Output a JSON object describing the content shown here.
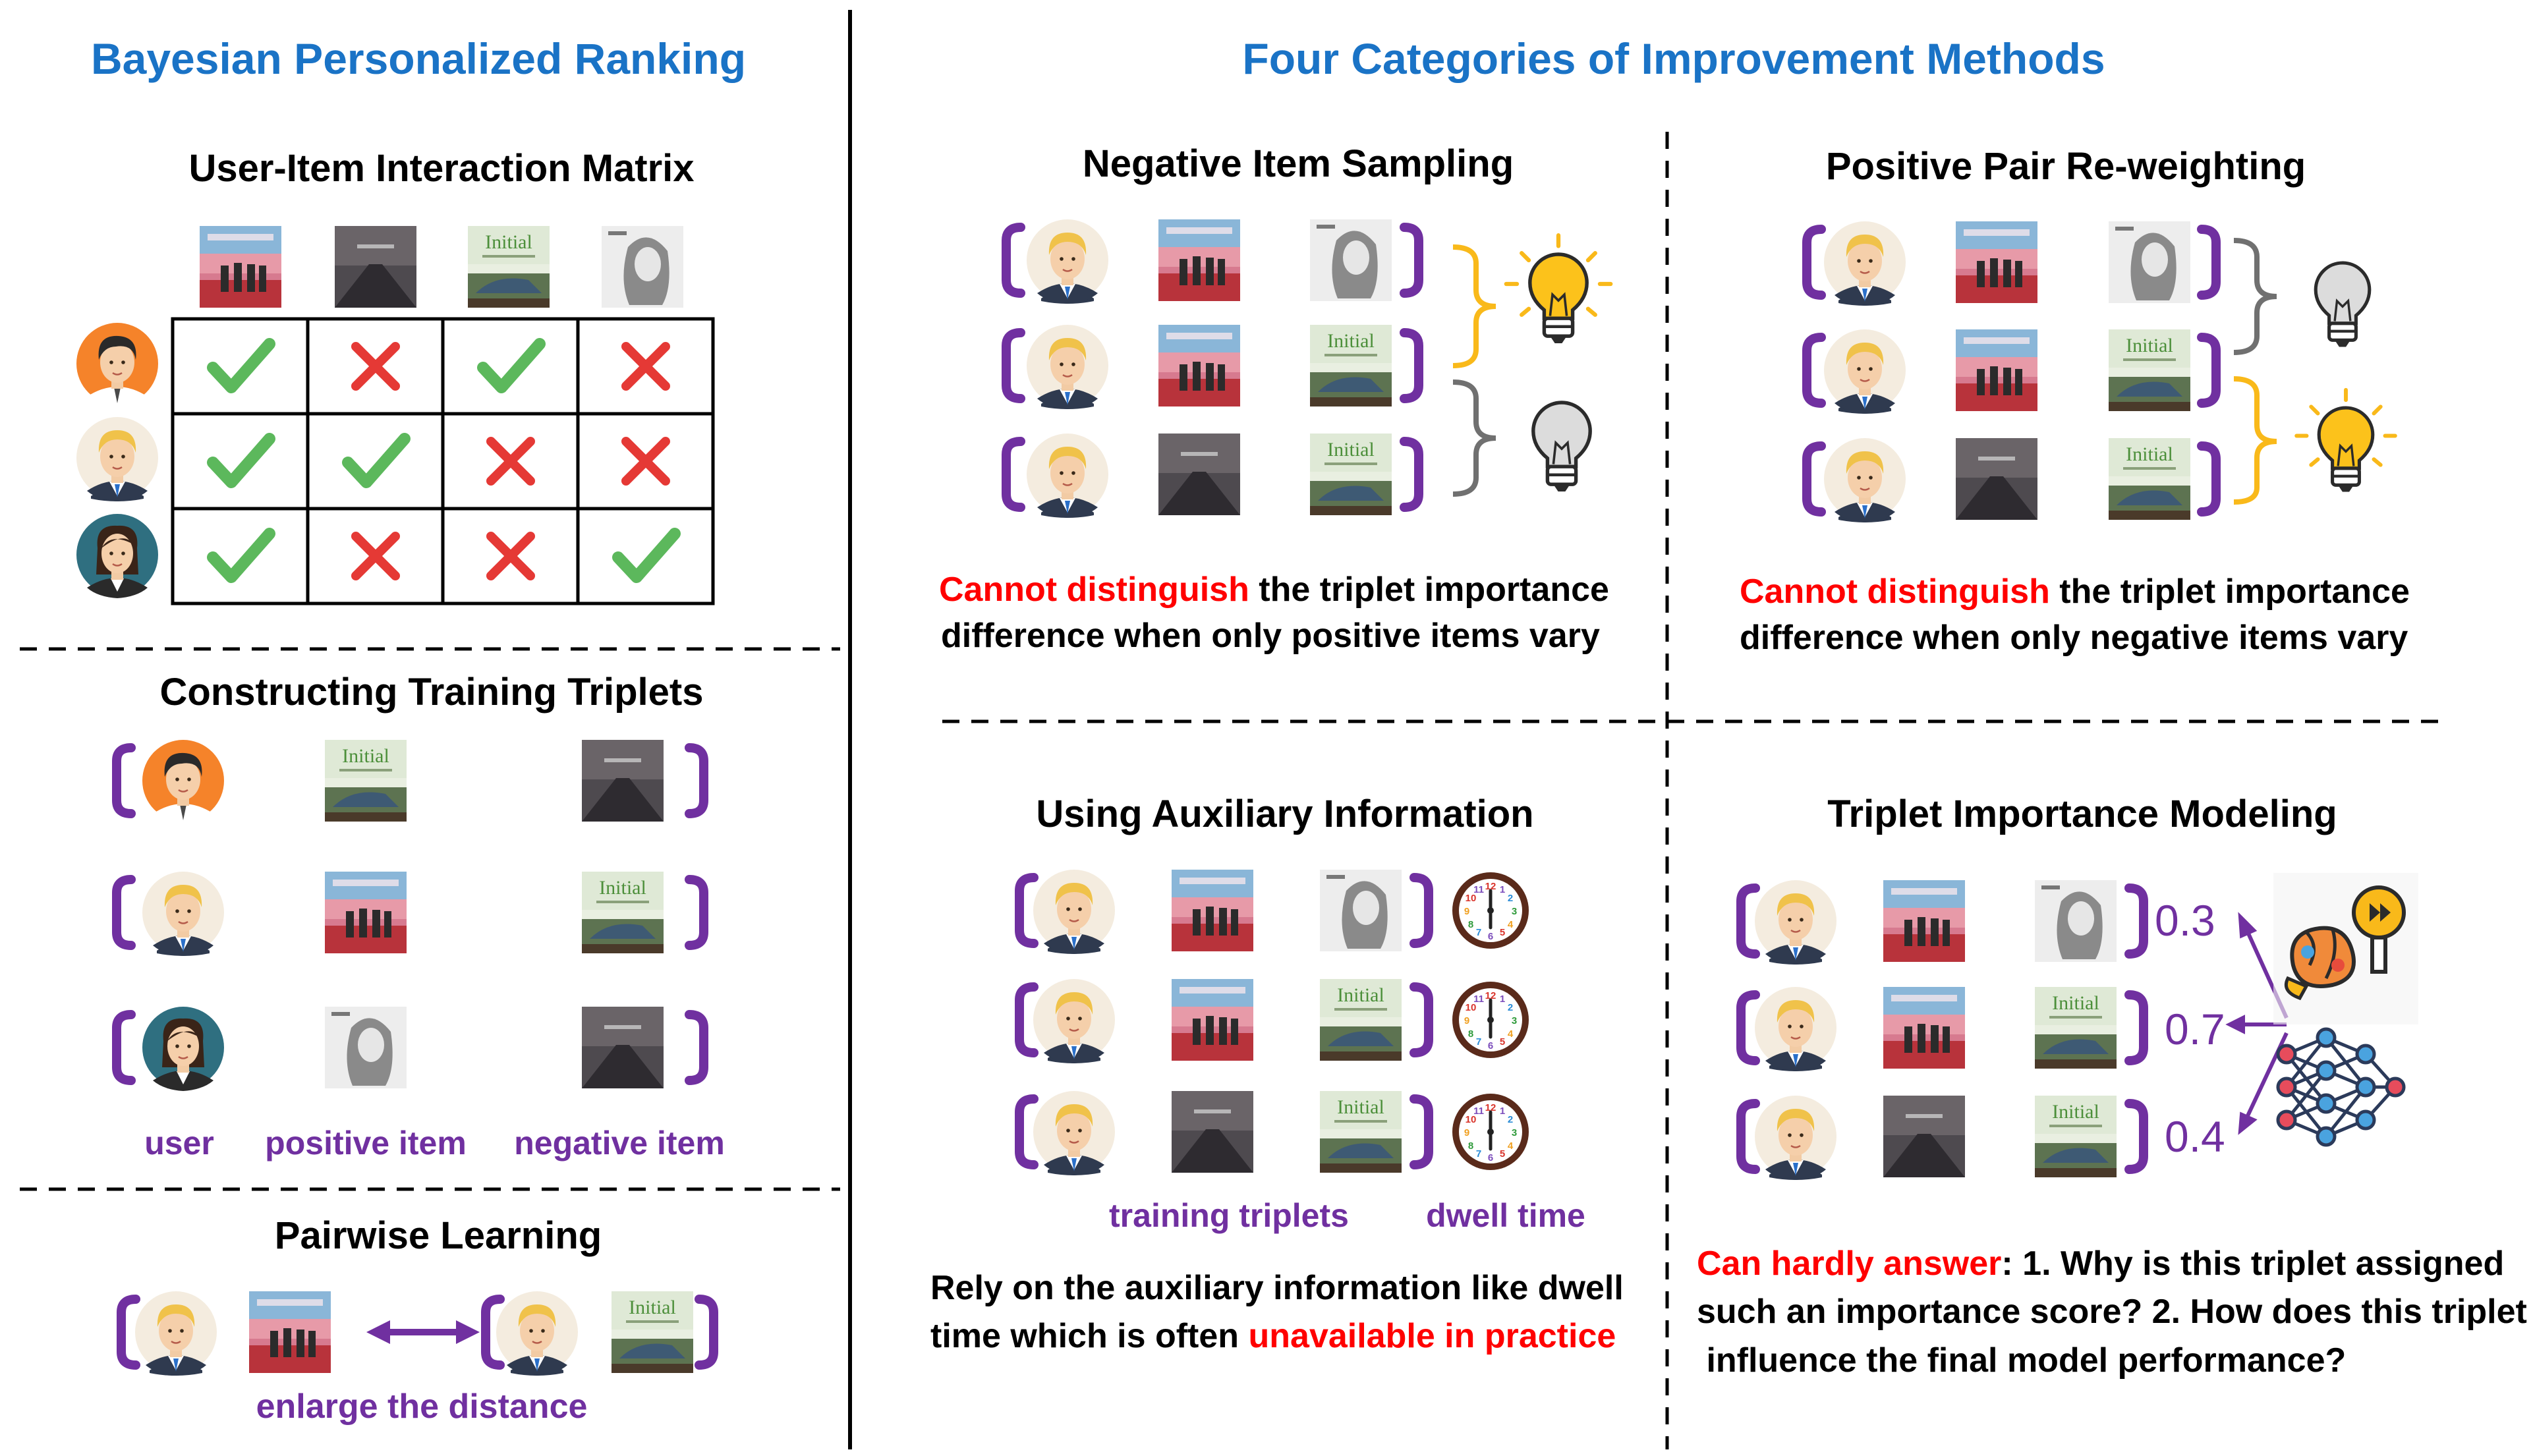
{
  "colors": {
    "blue_title": "#1a73c6",
    "purple": "#7030a0",
    "red": "#ff0000",
    "check": "#5cb85c",
    "cross": "#e53935",
    "bulb_on": "#f9b91a",
    "bulb_off": "#bdbdbd",
    "bracket_gray": "#707070"
  },
  "left": {
    "title": "Bayesian Personalized Ranking",
    "matrix": {
      "title": "User-Item Interaction Matrix",
      "rows": [
        [
          "check",
          "cross",
          "check",
          "cross"
        ],
        [
          "check",
          "check",
          "cross",
          "cross"
        ],
        [
          "check",
          "cross",
          "cross",
          "check"
        ]
      ]
    },
    "triplets": {
      "title": "Constructing Training Triplets",
      "labels": {
        "user": "user",
        "positive": "positive item",
        "negative": "negative item"
      }
    },
    "pairwise": {
      "title": "Pairwise Learning",
      "caption": "enlarge the distance"
    }
  },
  "right": {
    "title": "Four Categories of Improvement Methods",
    "negative_sampling": {
      "title": "Negative Item Sampling",
      "desc_red": "Cannot distinguish",
      "desc_1": " the triplet importance",
      "desc_2": "difference when only positive items vary"
    },
    "positive_reweighting": {
      "title": "Positive Pair Re-weighting",
      "desc_red": "Cannot distinguish",
      "desc_1": " the triplet importance",
      "desc_2": "difference when only negative items vary"
    },
    "auxiliary": {
      "title": "Using Auxiliary Information",
      "label_triplets": "training triplets",
      "label_dwell": "dwell time",
      "desc_1": "Rely on the auxiliary information like dwell",
      "desc_2": "time which is often ",
      "desc_red": "unavailable in practice"
    },
    "importance": {
      "title": "Triplet Importance Modeling",
      "scores": [
        "0.3",
        "0.7",
        "0.4"
      ],
      "desc_red": "Can hardly answer",
      "desc_1": ": 1. Why is this triplet assigned",
      "desc_2": "such an importance score? 2. How does this triplet",
      "desc_3": " influence the final model performance?"
    }
  }
}
